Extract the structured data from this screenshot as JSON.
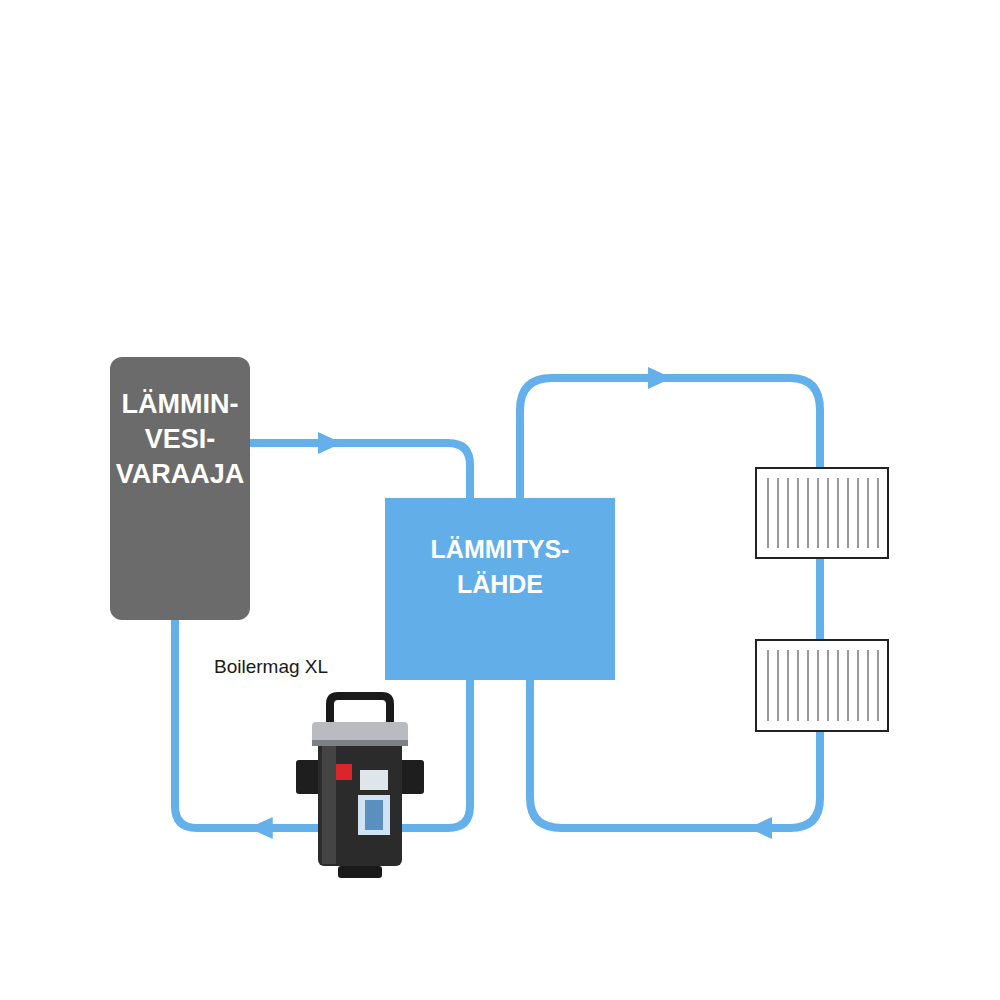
{
  "diagram": {
    "nodes": [
      {
        "text": [
          "LÄMMIN- VESI- VARAAJA"
        ]
      },
      {
        "text": [
          "LÄMMITYS- LÄHDE"
        ]
      }
    ],
    "edges": [
      {
        "from": 0,
        "to": 1,
        "arrow": "to"
      },
      {
        "from": 1,
        "to": 0,
        "arrow": "to"
      }
    ],
    "labels": [
      "Boilermag XL"
    ]
  }
}
